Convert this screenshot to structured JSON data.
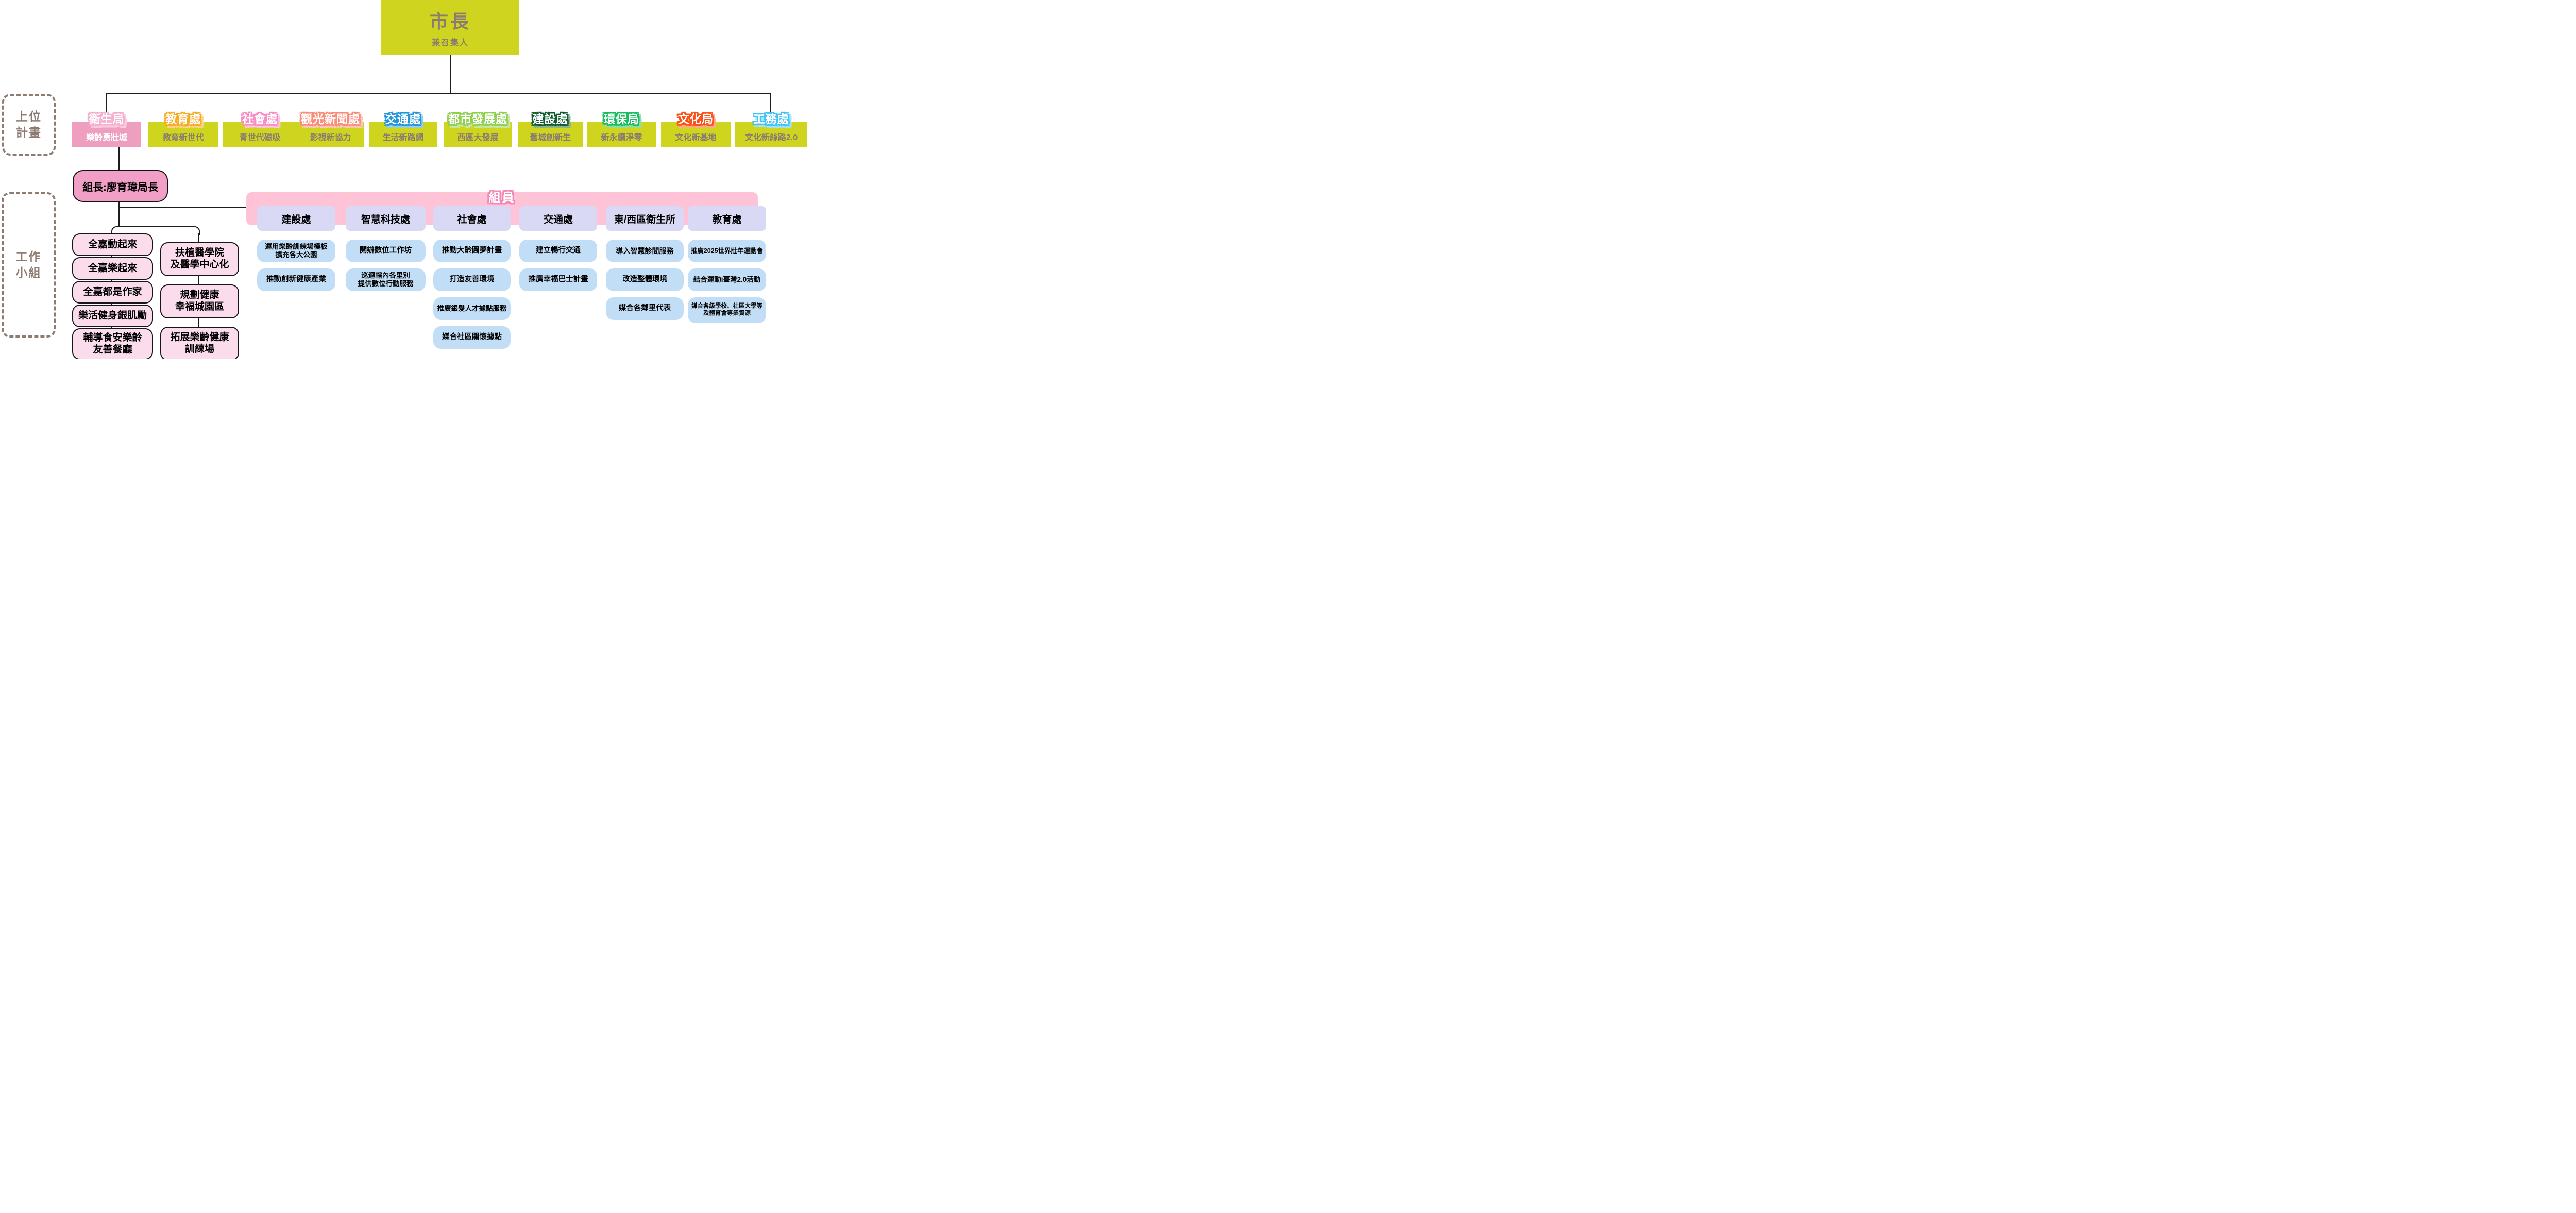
{
  "mayor": {
    "title": "市長",
    "subtitle": "兼召集人"
  },
  "side_labels": {
    "upper": "上位\n計畫",
    "work": "工作\n小組"
  },
  "departments": [
    {
      "name": "衛生局",
      "plan": "樂齡勇壯城",
      "outline": {
        "main": "#f6aecf",
        "soft": "#f9cce0"
      }
    },
    {
      "name": "教育處",
      "plan": "教育新世代",
      "outline": {
        "main": "#f8a91d",
        "soft": "#fbd48e"
      }
    },
    {
      "name": "社會處",
      "plan": "青世代磁吸",
      "outline": {
        "main": "#fb8cc3",
        "soft": "#fdc9e2"
      }
    },
    {
      "name": "觀光新聞處",
      "plan": "影視新協力",
      "outline": {
        "main": "#fb8b78",
        "soft": "#fdc8bf"
      }
    },
    {
      "name": "交通處",
      "plan": "生活新路網",
      "outline": {
        "main": "#2196dd",
        "soft": "#93cdef"
      }
    },
    {
      "name": "都市發展處",
      "plan": "西區大發展",
      "outline": {
        "main": "#8ed04e",
        "soft": "#c9e8a9"
      }
    },
    {
      "name": "建設處",
      "plan": "舊城創新生",
      "outline": {
        "main": "#0d5a2c",
        "soft": "#89ae97"
      }
    },
    {
      "name": "環保局",
      "plan": "新永續淨零",
      "outline": {
        "main": "#15bd5e",
        "soft": "#8cdfaf"
      }
    },
    {
      "name": "文化局",
      "plan": "文化新基地",
      "outline": {
        "main": "#fc4f16",
        "soft": "#fdaa8d"
      }
    },
    {
      "name": "工務處",
      "plan": "文化新絲路2.0",
      "outline": {
        "main": "#41c3f3",
        "soft": "#a3e2fa"
      }
    }
  ],
  "health_group": {
    "leader": "組長:廖育瑋局長",
    "left_tasks": [
      "全嘉動起來",
      "全嘉樂起來",
      "全嘉都是作家",
      "樂活健身銀肌勵",
      "輔導食安樂齡\n友善餐廳"
    ],
    "right_tasks": [
      "扶植醫學院\n及醫學中心化",
      "規劃健康\n幸福城園區",
      "拓展樂齡健康\n訓練場"
    ]
  },
  "member_bar": {
    "label": "組員",
    "outline": {
      "main": "#f585b5",
      "soft": "#fbc6da"
    },
    "groups": [
      {
        "name": "建設處",
        "tasks": [
          "運用樂齡訓練場模板\n擴充各大公園",
          "推動創新健康產業"
        ]
      },
      {
        "name": "智慧科技處",
        "tasks": [
          "開辦數位工作坊",
          "巡迴轄內各里別\n提供數位行動服務"
        ]
      },
      {
        "name": "社會處",
        "tasks": [
          "推動大齡圓夢計畫",
          "打造友善環境",
          "推廣銀髮人才據點服務",
          "媒合社區關懷據點"
        ]
      },
      {
        "name": "交通處",
        "tasks": [
          "建立暢行交通",
          "推廣幸福巴士計畫"
        ]
      },
      {
        "name": "東/西區衛生所",
        "tasks": [
          "導入智慧診間服務",
          "改造整體環境",
          "媒合各鄰里代表"
        ]
      },
      {
        "name": "教育處",
        "tasks": [
          "推廣2025世界壯年運動會",
          "結合運動i臺灣2.0活動",
          "媒合各級學校、社區大學等\n及體育會專業資源"
        ]
      }
    ]
  },
  "colors": {
    "box_yellow": "#cfd51f",
    "box_pink": "#ee9fc0",
    "text_brown": "#8a7c72",
    "leader_pink": "#f19fc6",
    "task_pink": "#fbdcec",
    "bar_pink": "#ffc3d7",
    "lavender": "#d9d9f6",
    "task_blue": "#c2def6",
    "line": "#1c1c1c",
    "dashed_border": "#8d7b72"
  }
}
